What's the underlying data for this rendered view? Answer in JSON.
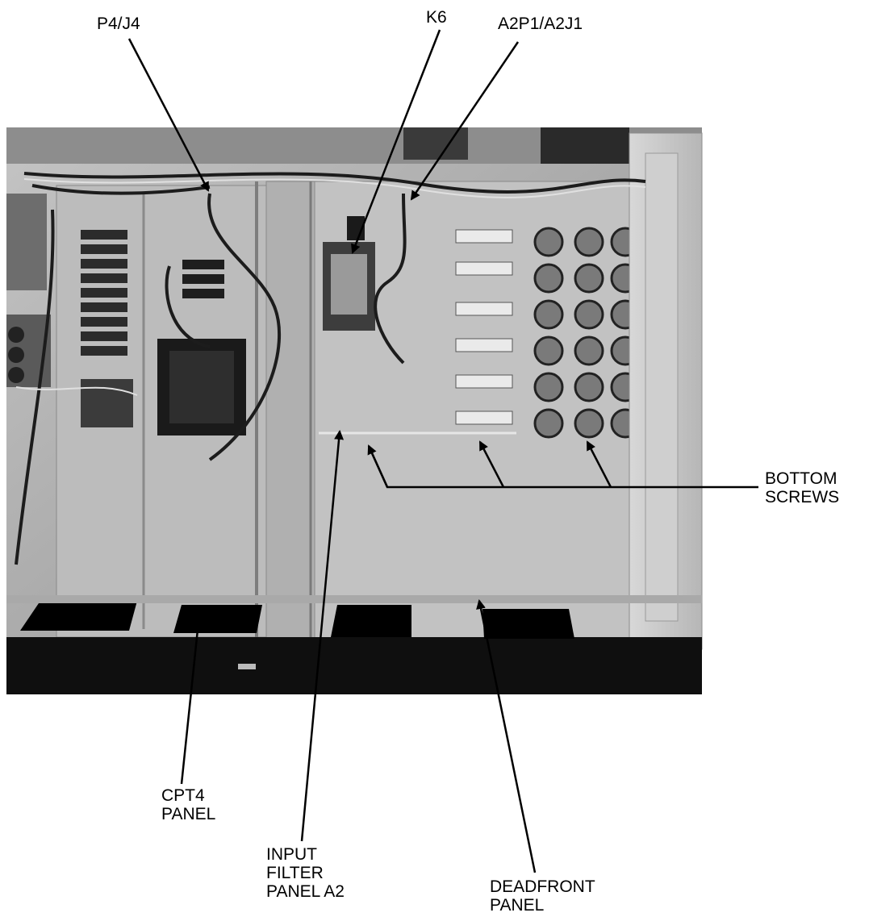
{
  "labels": {
    "p4j4": "P4/J4",
    "k6": "K6",
    "a2p1a2j1": "A2P1/A2J1",
    "bottom_screws": [
      "BOTTOM",
      "SCREWS"
    ],
    "cpt4_panel": [
      "CPT4",
      "PANEL"
    ],
    "input_filter_panel": [
      "INPUT",
      "FILTER",
      "PANEL A2"
    ],
    "deadfront_panel": [
      "DEADFRONT",
      "PANEL"
    ]
  }
}
